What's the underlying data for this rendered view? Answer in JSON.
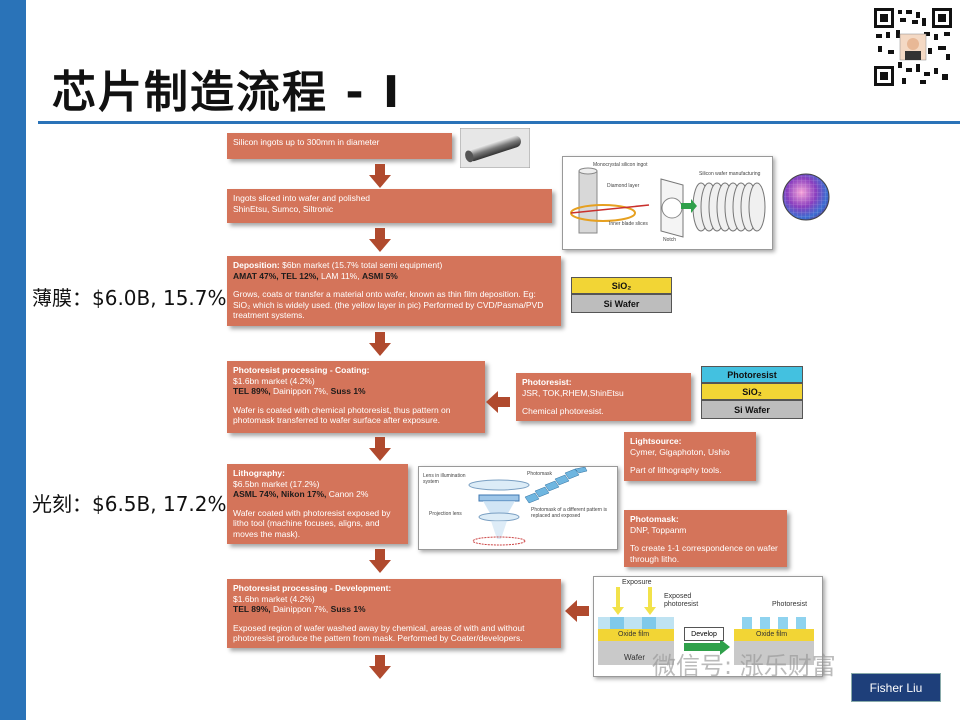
{
  "slide": {
    "title": "芯片制造流程 - I",
    "label_thin_film": "薄膜：$6.0B, 15.7%",
    "label_litho": "光刻：$6.5B, 17.2%"
  },
  "steps": {
    "ingot": {
      "text": "Silicon ingots up to 300mm in diameter"
    },
    "slice": {
      "line1": "Ingots sliced into wafer  and polished",
      "line2": "ShinEtsu, Sumco, Siltronic"
    },
    "deposition": {
      "head": "Deposition:",
      "market": " $6bn  market (15.7% total semi  equipment)",
      "v1": "AMAT 47%, TEL 12%,",
      "v2": " LAM 11%, ",
      "v3": "ASMI 5%",
      "desc": "Grows, coats or transfer a material onto wafer, known as thin film deposition. Eg: SiO₂ which is widely used. (the yellow layer in pic) Performed by CVD/Pasma/PVD treatment systems."
    },
    "coating": {
      "head": "Photoresist processing - Coating:",
      "market": "$1.6bn  market (4.2%)",
      "v1": "TEL 89%,",
      "v2": " Dainippon 7%, ",
      "v3": "Suss 1%",
      "desc": "Wafer is coated with chemical photoresist, thus pattern on photomask transferred to wafer surface after exposure."
    },
    "litho": {
      "head": "Lithography:",
      "market": "$6.5bn  market  (17.2%)",
      "v1": "ASML 74%, Nikon 17%,",
      "v2": " Canon 2%",
      "desc": "Wafer coated with photoresist exposed by litho tool (machine focuses, aligns, and moves the mask)."
    },
    "develop": {
      "head": "Photoresist processing - Development:",
      "market": "$1.6bn  market (4.2%)",
      "v1": "TEL 89%,",
      "v2": " Dainippon 7%, ",
      "v3": "Suss 1%",
      "desc": "Exposed region of wafer washed away by chemical, areas of with and without photoresist produce the pattern from mask. Performed by Coater/developers."
    }
  },
  "side": {
    "photoresist": {
      "head": "Photoresist:",
      "vendors": "JSR, TOK,RHEM,ShinEtsu",
      "desc": "Chemical photoresist."
    },
    "lightsource": {
      "head": "Lightsource:",
      "vendors": "Cymer, Gigaphoton, Ushio",
      "desc": "Part of lithography tools."
    },
    "photomask": {
      "head": "Photomask:",
      "vendors": "DNP, Toppanm",
      "desc": "To create 1-1 correspondence on wafer  through litho."
    }
  },
  "layers": {
    "sio2": "SiO₂",
    "si_wafer": "Si Wafer",
    "photoresist": "Photoresist"
  },
  "diagram_labels": {
    "wafer_mfg": "Silicon wafer manufacturing",
    "monocrystal": "Monocrystal silicon ingot",
    "diamond": "Diamond layer",
    "inner_blade": "Inner blade slices",
    "notch": "Notch",
    "lens_illum": "Lens in illumination system",
    "photomask": "Photomask",
    "projection_lens": "Projection lens",
    "photomask_diff": "Photomask of a different pattern is replaced and exposed",
    "exposure": "Exposure",
    "exposed_pr": "Exposed photoresist",
    "pr": "Photoresist",
    "oxide1": "Oxide film",
    "oxide2": "Oxide film",
    "develop": "Develop",
    "wafer": "Wafer"
  },
  "footer": {
    "badge": "Fisher Liu",
    "watermark": "微信号: 涨乐财富"
  },
  "colors": {
    "accent": "#2a73b8",
    "step_box": "#d4745a",
    "arrow": "#b04a2e",
    "layer_yellow": "#f2d535",
    "layer_gray": "#bdbdbd",
    "layer_cyan": "#43c1e0"
  }
}
